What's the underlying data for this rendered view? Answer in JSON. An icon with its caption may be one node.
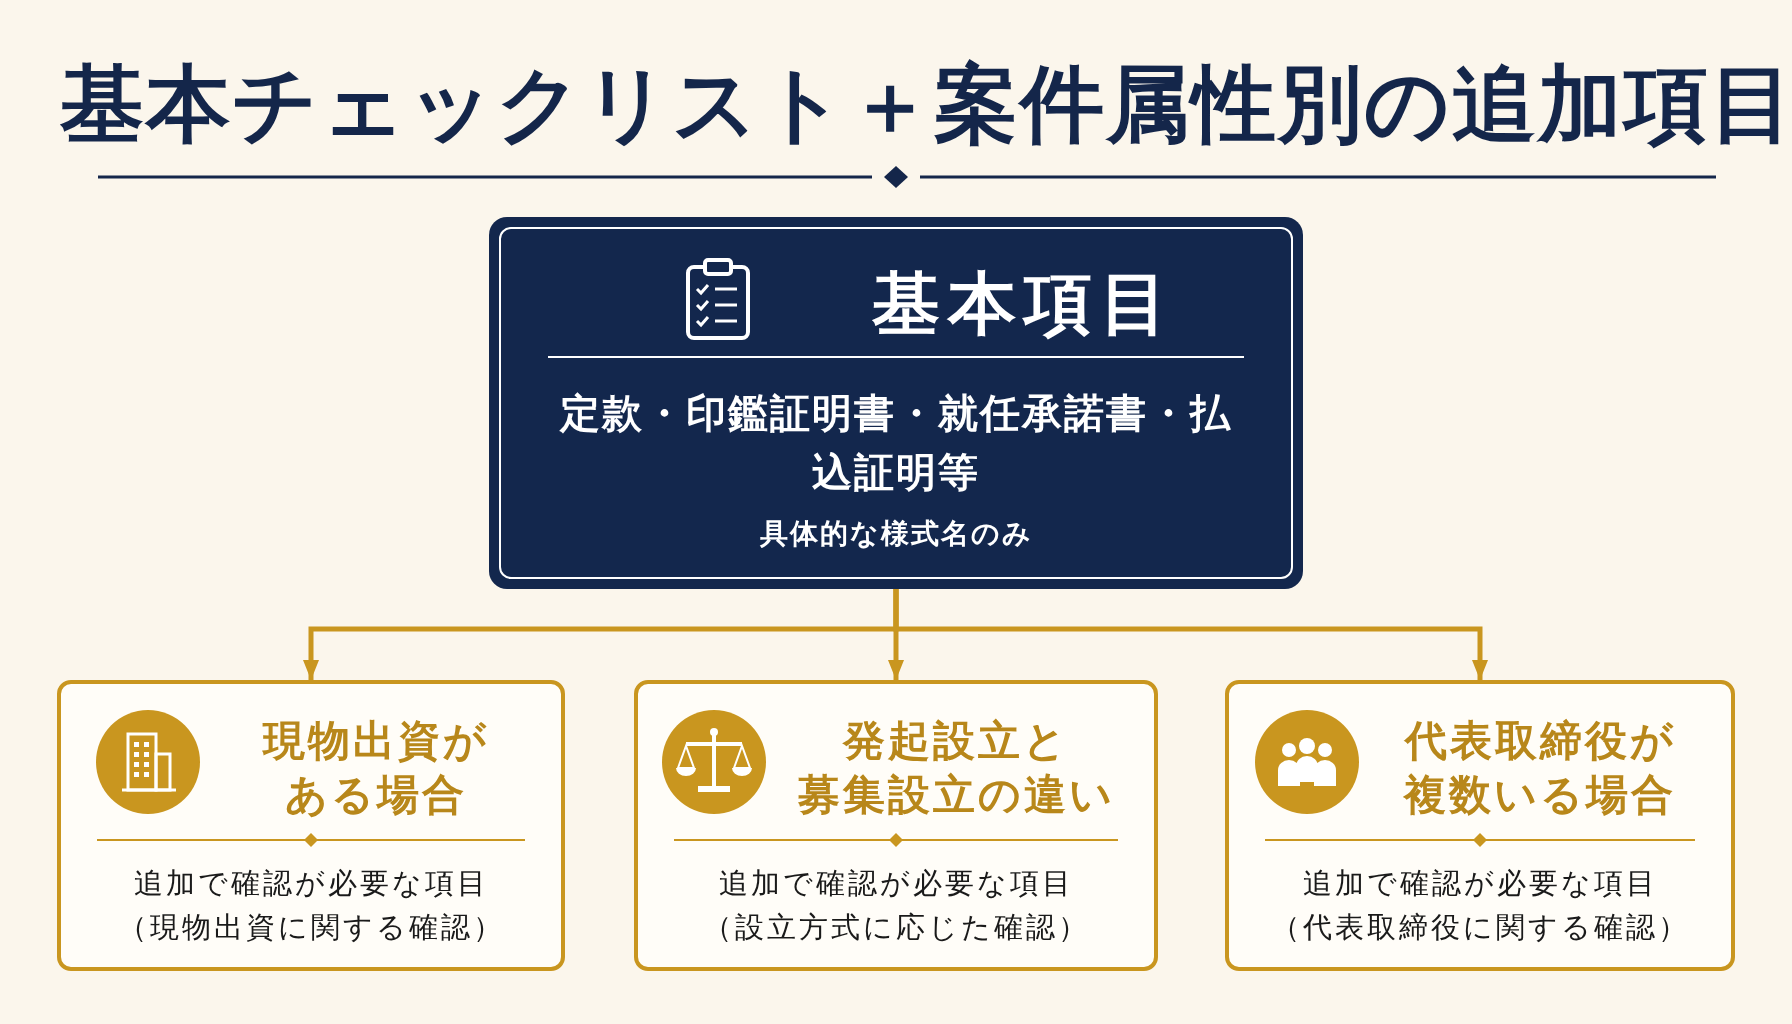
{
  "diagram": {
    "title": "基本チェックリスト＋案件属性別の追加項目",
    "nodes": [
      {
        "text": [
          "基本項目",
          "定款・印鑑証明書・就任承諾書・払込証明等",
          "具体的な様式名のみ"
        ]
      },
      {
        "text": [
          "現物出資がある場合",
          "追加で確認が必要な項目",
          "（現物出資に関する確認）"
        ]
      },
      {
        "text": [
          "発起設立と募集設立の違い",
          "追加で確認が必要な項目",
          "（設立方式に応じた確認）"
        ]
      },
      {
        "text": [
          "代表取締役が複数いる場合",
          "追加で確認が必要な項目",
          "（代表取締役に関する確認）"
        ]
      }
    ],
    "edges": [
      {
        "from": 0,
        "to": 1,
        "arrow": "to"
      },
      {
        "from": 0,
        "to": 2,
        "arrow": "to"
      },
      {
        "from": 0,
        "to": 3,
        "arrow": "to"
      }
    ]
  }
}
